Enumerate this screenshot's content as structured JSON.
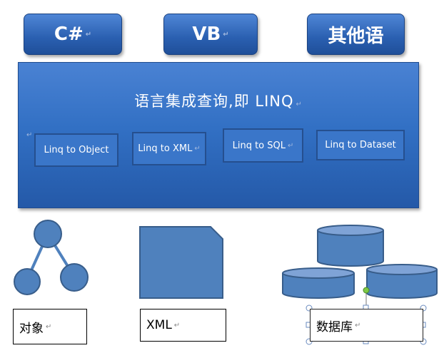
{
  "languages": [
    "C#",
    "VB",
    "其他语"
  ],
  "panel": {
    "title": "语言集成查询,即 LINQ",
    "providers": [
      "Linq to Object",
      "Linq to XML",
      "Linq to SQL",
      "Linq to Dataset"
    ]
  },
  "sources": {
    "object_label": "对象",
    "xml_label": "XML",
    "database_label": "数据库"
  },
  "paragraph_mark": "↵",
  "colors": {
    "shape_fill": "#4f81bd",
    "shape_stroke": "#385d8a",
    "button_top": "#4f86d6",
    "button_bottom": "#1f4f99"
  }
}
